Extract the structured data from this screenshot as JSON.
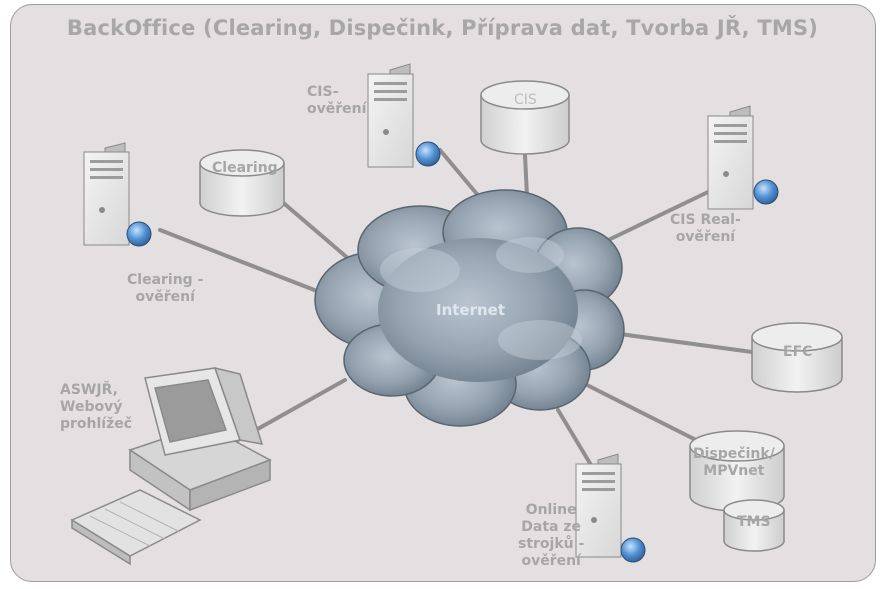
{
  "title": "BackOffice (Clearing, Dispečink, Příprava dat, Tvorba JŘ, TMS)",
  "cloud_label": "Internet",
  "nodes": {
    "cis_overeni": {
      "line1": "CIS-",
      "line2": "ověření"
    },
    "cis_db": {
      "label": "CIS"
    },
    "clearing_db": {
      "label": "Clearing"
    },
    "clearing_overeni": {
      "line1": "Clearing -",
      "line2": "ověření"
    },
    "cis_real": {
      "line1": "CIS Real-",
      "line2": "ověření"
    },
    "efc": {
      "label": "EFC"
    },
    "aswjr": {
      "line1": "ASWJŘ,",
      "line2": "Webový",
      "line3": "prohlížeč"
    },
    "dispecink": {
      "line1": "Dispečink/",
      "line2": "MPVnet"
    },
    "tms": {
      "label": "TMS"
    },
    "online": {
      "line1": "Online",
      "line2": "Data ze",
      "line3": "strojků -",
      "line4": "ověření"
    }
  }
}
